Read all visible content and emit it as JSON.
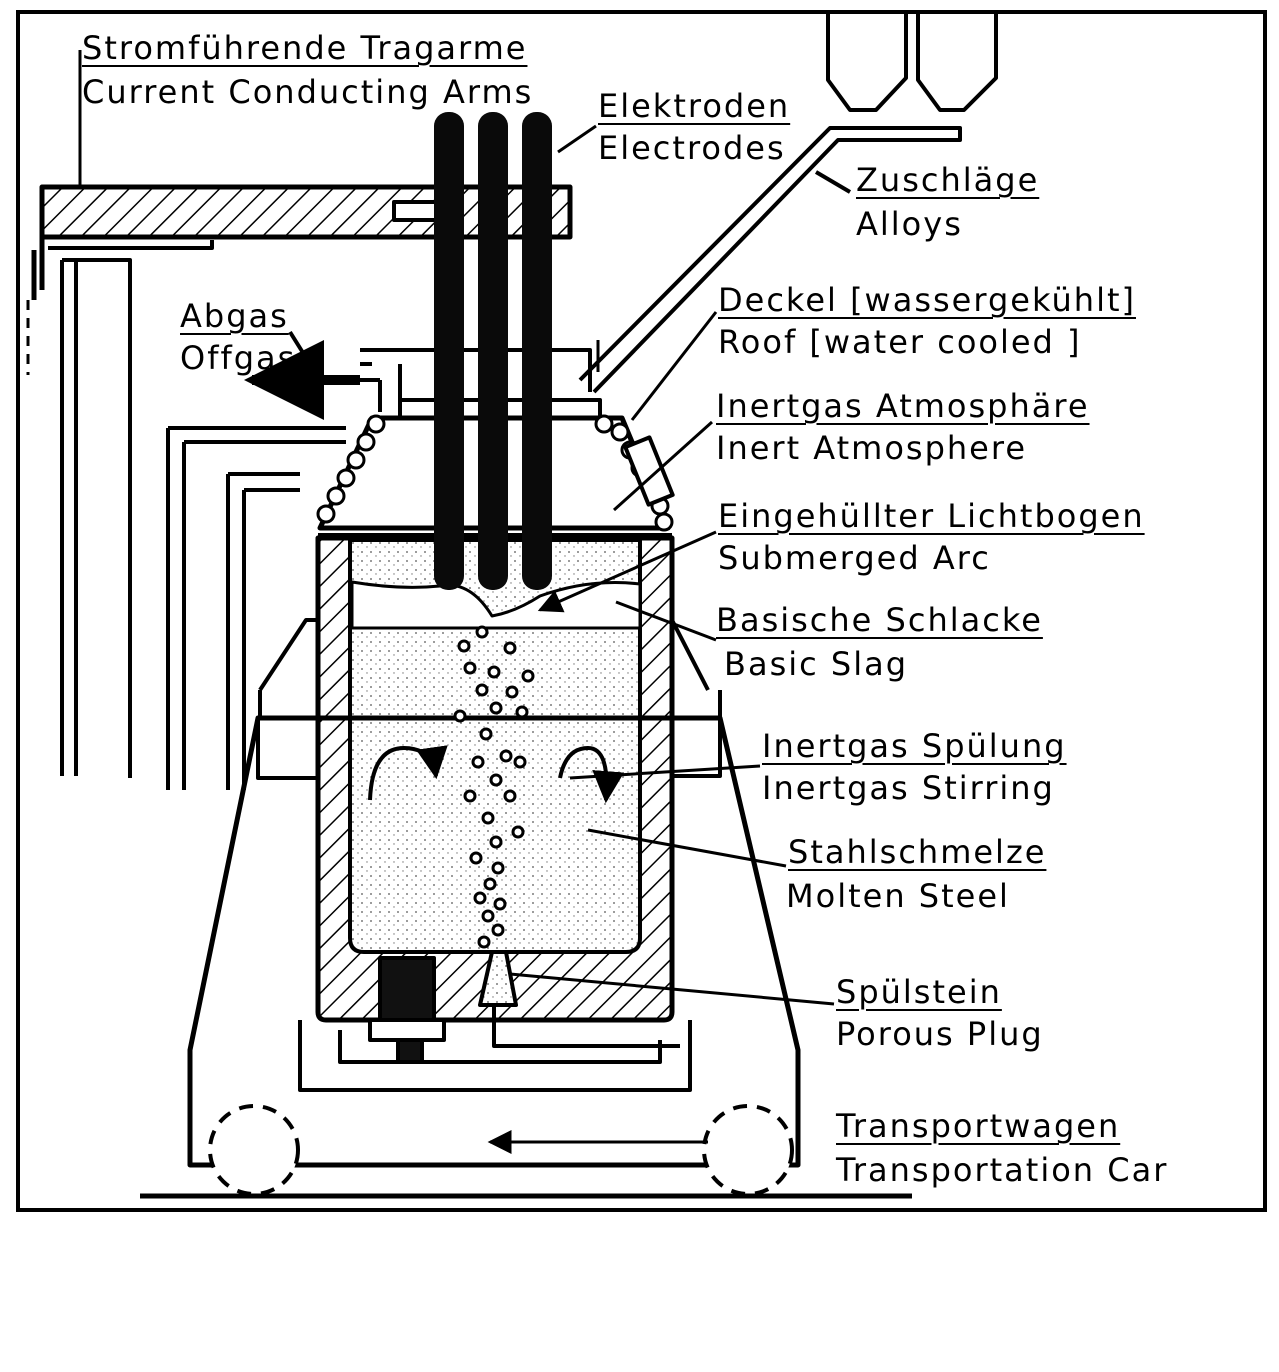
{
  "labels": [
    {
      "id": "arms",
      "de": "Stromführende Tragarme",
      "en": "Current Conducting Arms"
    },
    {
      "id": "electrodes",
      "de": "Elektroden",
      "en": "Electrodes"
    },
    {
      "id": "alloys",
      "de": "Zuschläge",
      "en": "Alloys"
    },
    {
      "id": "offgas",
      "de": "Abgas",
      "en": "Offgas"
    },
    {
      "id": "roof",
      "de": "Deckel [wassergekühlt]",
      "en": "Roof [water cooled ]"
    },
    {
      "id": "atmosphere",
      "de": "Inertgas Atmosphäre",
      "en": "Inert Atmosphere"
    },
    {
      "id": "arc",
      "de": "Eingehüllter Lichtbogen",
      "en": "Submerged Arc"
    },
    {
      "id": "slag",
      "de": "Basische Schlacke",
      "en": "Basic Slag"
    },
    {
      "id": "stirring",
      "de": "Inertgas Spülung",
      "en": "Inertgas Stirring"
    },
    {
      "id": "steel",
      "de": "Stahlschmelze",
      "en": "Molten Steel"
    },
    {
      "id": "plug",
      "de": "Spülstein",
      "en": "Porous Plug"
    },
    {
      "id": "car",
      "de": "Transportwagen",
      "en": "Transportation Car"
    }
  ]
}
